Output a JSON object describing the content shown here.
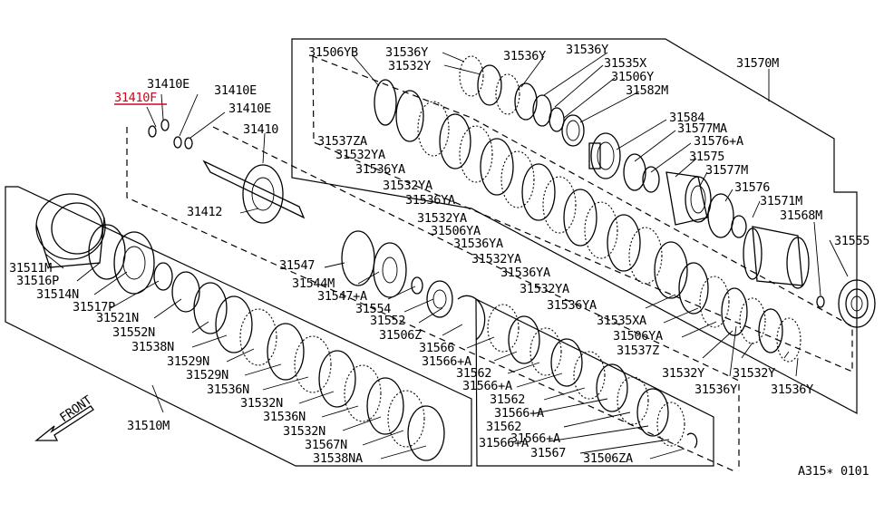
{
  "diagram": {
    "selected_part": "31410F",
    "footer_code": "A315∗ 0101",
    "front_label": "FRONT",
    "callouts": {
      "p31506YB": "31506YB",
      "p31536Y_1": "31536Y",
      "p31536Y_2": "31536Y",
      "p31536Y_3": "31536Y",
      "p31532Y_top": "31532Y",
      "p31535X": "31535X",
      "p31506Y": "31506Y",
      "p31582M": "31582M",
      "p31570M": "31570M",
      "p31410E_1": "31410E",
      "p31410F": "31410F",
      "p31410E_2": "31410E",
      "p31410E_3": "31410E",
      "p31410": "31410",
      "p31584": "31584",
      "p31577MA": "31577MA",
      "p31537ZA": "31537ZA",
      "p31576A": "31576+A",
      "p31532YA_1": "31532YA",
      "p31575": "31575",
      "p31536YA_1": "31536YA",
      "p31577M": "31577M",
      "p31532YA_2": "31532YA",
      "p31576": "31576",
      "p31536YA_2": "31536YA",
      "p31571M": "31571M",
      "p31412": "31412",
      "p31532YA_3": "31532YA",
      "p31568M": "31568M",
      "p31506YA_1": "31506YA",
      "p31555": "31555",
      "p31536YA_3": "31536YA",
      "p31532YA_4": "31532YA",
      "p31547": "31547",
      "p31536YA_4": "31536YA",
      "p31511M": "31511M",
      "p31544M": "31544M",
      "p31516P": "31516P",
      "p31532YA_5": "31532YA",
      "p31547A": "31547+A",
      "p31514N": "31514N",
      "p31536YA_5": "31536YA",
      "p31554": "31554",
      "p31517P": "31517P",
      "p31535XA": "31535XA",
      "p31521N": "31521N",
      "p31552": "31552",
      "p31506YA_2": "31506YA",
      "p31552N": "31552N",
      "p31506Z": "31506Z",
      "p31537Z": "31537Z",
      "p31538N": "31538N",
      "p31566_1": "31566",
      "p31566A_1": "31566+A",
      "p31532Y_1": "31532Y",
      "p31532Y_2": "31532Y",
      "p31529N_1": "31529N",
      "p31562_1": "31562",
      "p31529N_2": "31529N",
      "p31536Y_4": "31536Y",
      "p31536Y_5": "31536Y",
      "p31566A_2": "31566+A",
      "p31536N_1": "31536N",
      "p31562_2": "31562",
      "p31532N_1": "31532N",
      "p31510M": "31510M",
      "p31566A_3": "31566+A",
      "p31536N_2": "31536N",
      "p31562_3": "31562",
      "p31532N_2": "31532N",
      "p31566A_4": "31566+A",
      "p31567N": "31567N",
      "p31566A_5": "31566+A",
      "p31567": "31567",
      "p31506ZA": "31506ZA",
      "p31538NA": "31538NA"
    }
  }
}
